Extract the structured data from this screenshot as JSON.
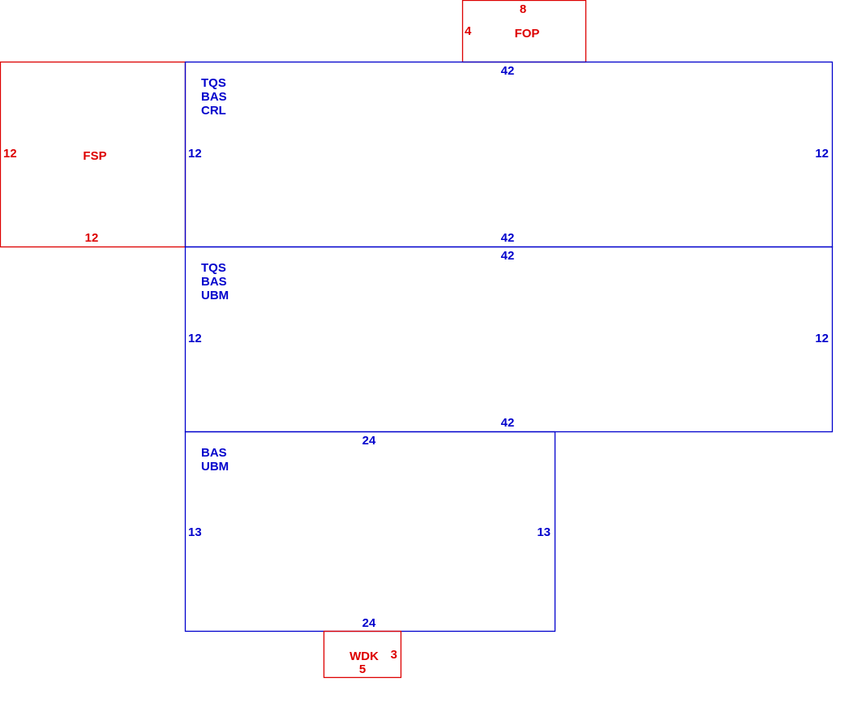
{
  "colors": {
    "main": "#0000cc",
    "addon": "#dd0000"
  },
  "areas": {
    "fop": {
      "codes": [
        "FOP"
      ],
      "top": "8",
      "left": "4"
    },
    "fsp": {
      "codes": [
        "FSP"
      ],
      "left": "12",
      "bottom": "12"
    },
    "upper": {
      "codes": [
        "TQS",
        "BAS",
        "CRL"
      ],
      "top": "42",
      "left": "12",
      "right": "12",
      "bottom": "42"
    },
    "middle": {
      "codes": [
        "TQS",
        "BAS",
        "UBM"
      ],
      "top": "42",
      "left": "12",
      "right": "12",
      "bottom": "42"
    },
    "lower": {
      "codes": [
        "BAS",
        "UBM"
      ],
      "top": "24",
      "left": "13",
      "right": "13",
      "bottom": "24"
    },
    "wdk": {
      "codes": [
        "WDK"
      ],
      "right": "3",
      "bottom": "5"
    }
  }
}
